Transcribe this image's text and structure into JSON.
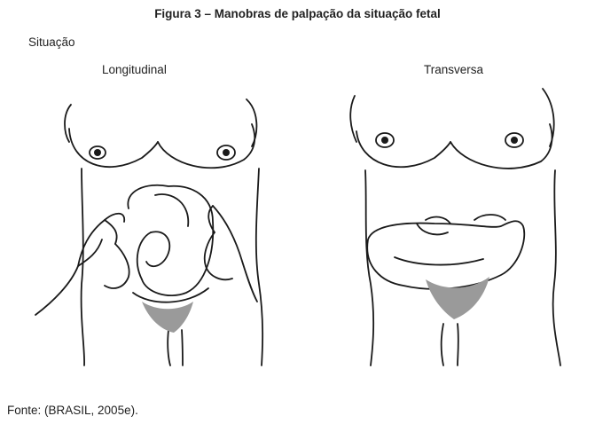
{
  "figure": {
    "title": "Figura 3 – Manobras de palpação da situação fetal",
    "section_label": "Situação",
    "panels": [
      {
        "label": "Longitudinal",
        "illustration": "longitudinal-lie-palpation"
      },
      {
        "label": "Transversa",
        "illustration": "transverse-lie-palpation"
      }
    ],
    "source": "Fonte: (BRASIL, 2005e)."
  }
}
